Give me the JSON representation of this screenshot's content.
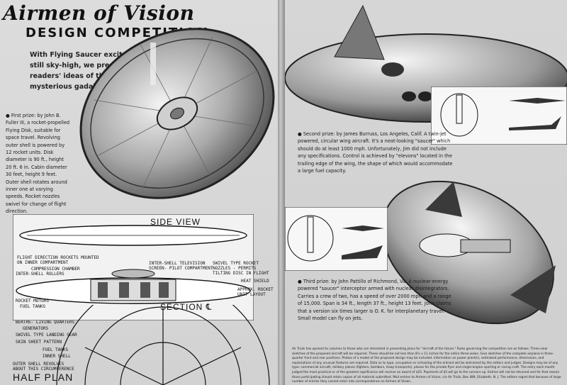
{
  "header": {
    "title": "Airmen of Vision",
    "subtitle": "DESIGN COMPETITION",
    "intro": "With Flying Saucer excitement still sky-high, we present our readers' ideas of these mysterious gadabouts."
  },
  "prizes": {
    "first": "● First prize: by John B. Fuller III, a rocket-propelled Flying Disk, suitable for space travel. Revolving outer shell is powered by 12 rocket units. Disk diameter is 90 ft., height 20 ft. 6 in. Cabin diameter 30 feet, height 9 feet. Outer shell rotates around inner one at varying speeds. Rocket nozzles swivel for change of flight direction.",
    "second": "● Second prize: by James Burruss, Los Angeles, Calif. A twin-jet powered, circular wing aircraft. It's a neat-looking \"saucer\" which should do at least 1000 mph. Unfortunately, Jim did not include any specifications. Control is achieved by \"elevons\" located in the trailing edge of the wing, the shape of which would accommodate a large fuel capacity.",
    "third": "● Third prize: by John Pattillo of Richmond, Va. A nuclear-energy powered \"saucer\" interceptor armed with nuclear disintegrators. Carries a crew of two, has a speed of over 2000 mph and a range of 15,000. Span is 34 ft., length 37 ft., height 13 feet. John claims that a version six times larger is O. K. for interplanetary travel. Small model can fly on jets."
  },
  "diagram": {
    "side_view": "SIDE VIEW",
    "section": "SECTION ℄",
    "half_plan": "HALF PLAN",
    "labels": [
      "FLIGHT DIRECTION ROCKETS MOUNTED\nON INNER COMPARTMENT",
      "COMPRESSION CHAMBER",
      "INTER-SHELL ROLLERS",
      "ROCKET MOTORS",
      "FUEL TANKS",
      "INTER-SHELL TELEVISION\nSCREEN- PILOT COMPARTMENT",
      "SWIVEL TYPE ROCKET\nNOZZLES - PERMITS\nTILTING DISC IN FLIGHT",
      "HEAT SHIELD",
      "APPROX. ROCKET\nUNIT LAYOUT",
      "BERTHS- LIVING QUARTERS",
      "GENERATORS",
      "SWIVEL TYPE LANDING GEAR",
      "SKIN SHEET PATTERN",
      "FUEL TANKS",
      "INNER SHELL",
      "OUTER SHELL REVOLVES\nABOUT THIS CIRCUMFERENCE"
    ]
  },
  "footer": "Air Trails has opened its columns to those who are interested in presenting plans for \"aircraft of the future.\" Rules governing the competition are as follows: Three-view sketches of the proposed aircraft will be required. These should be not less than 8½ x 11 inches for the entire three-views. Give sketches of the complete airplane in three-quarter front and rear positions. Photos of a model of the proposed design may be included. Information on power plant(s), estimated performance, dimensions, and explanations of any unusual features are required. Data as to type, occupation or schooling of the entrant will be welcomed by the editors and judges. Designs may be of any type: commercial aircraft, military planes (fighters, bombers, troop transports), planes for the private flyer and single-engine sporting or racing craft. The entry each month judged the most practical or of the greatest significance will receive an award of $25. Payments of $5 will go to the runners-up. Entries will not be returned and for that reason those participating should retain copies of all material submitted. Mail entries to Airmen of Vision, c/o Air Trails, Box 489, Elizabeth, N. J. The editors regret that because of large number of entries they cannot enter into correspondence on Airmen of Vision."
}
